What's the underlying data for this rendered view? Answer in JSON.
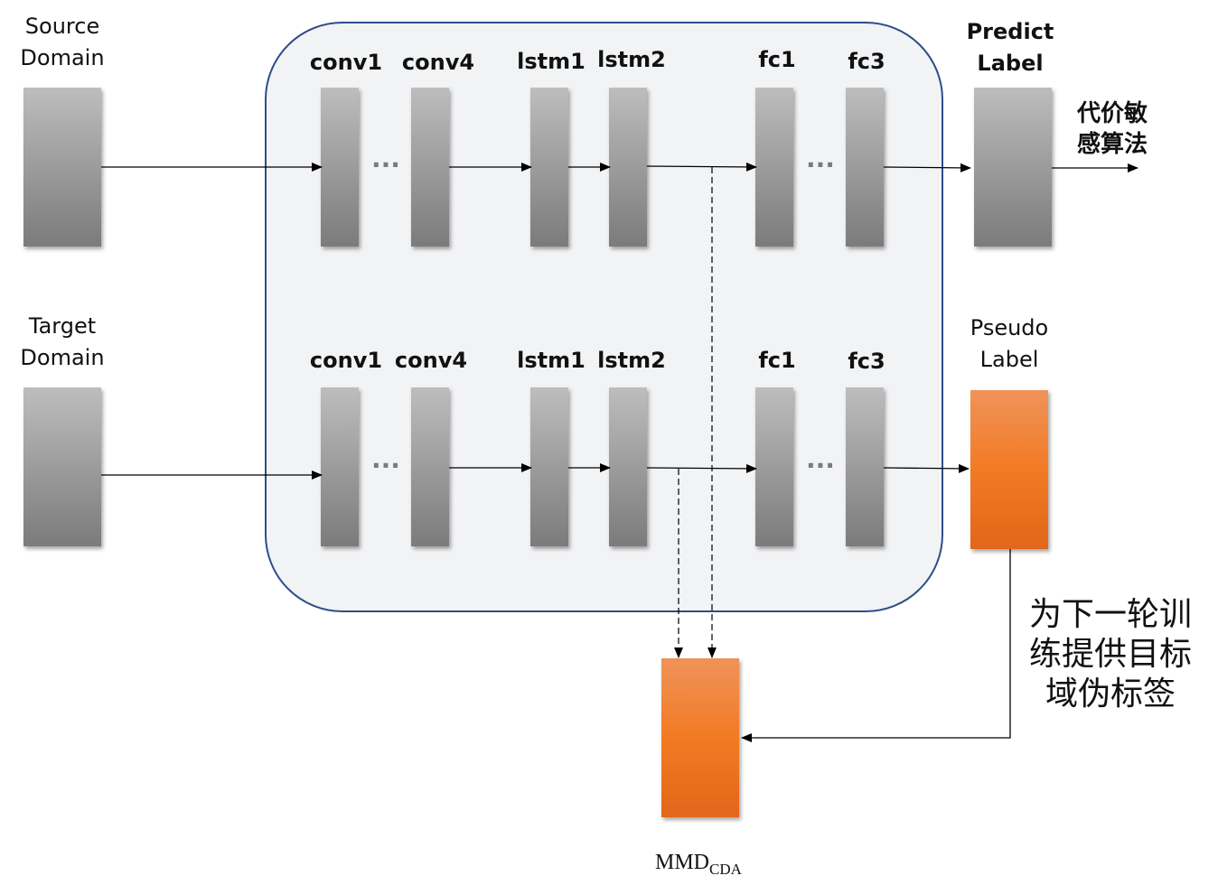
{
  "source_domain": {
    "line1": "Source",
    "line2": "Domain"
  },
  "target_domain": {
    "line1": "Target",
    "line2": "Domain"
  },
  "rows": {
    "top": {
      "conv1": "conv1",
      "conv4": "conv4",
      "lstm1": "lstm1",
      "lstm2": "lstm2",
      "fc1": "fc1",
      "fc3": "fc3",
      "ellipsis": "···"
    },
    "bottom": {
      "conv1": "conv1",
      "conv4": "conv4",
      "lstm1": "lstm1",
      "lstm2": "lstm2",
      "fc1": "fc1",
      "fc3": "fc3",
      "ellipsis": "···"
    }
  },
  "predict_label": {
    "line1": "Predict",
    "line2": "Label"
  },
  "pseudo_label": {
    "line1": "Pseudo",
    "line2": "Label"
  },
  "cost_sensitive": {
    "line1": "代价敏",
    "line2": "感算法"
  },
  "pseudo_note": {
    "line1": "为下一轮训",
    "line2": "练提供目标",
    "line3": "域伪标签"
  },
  "mmd": {
    "main": "MMD",
    "sub": "CDA"
  },
  "colors": {
    "gray_block_top": "#b9b9b9",
    "gray_block_bottom": "#7e7e7e",
    "orange_top": "#f0935a",
    "orange_mid": "#f27a24",
    "orange_bottom": "#e2661a",
    "container_fill": "#f2f3f5",
    "container_stroke": "#2e4d8a",
    "arrow": "#000000"
  }
}
